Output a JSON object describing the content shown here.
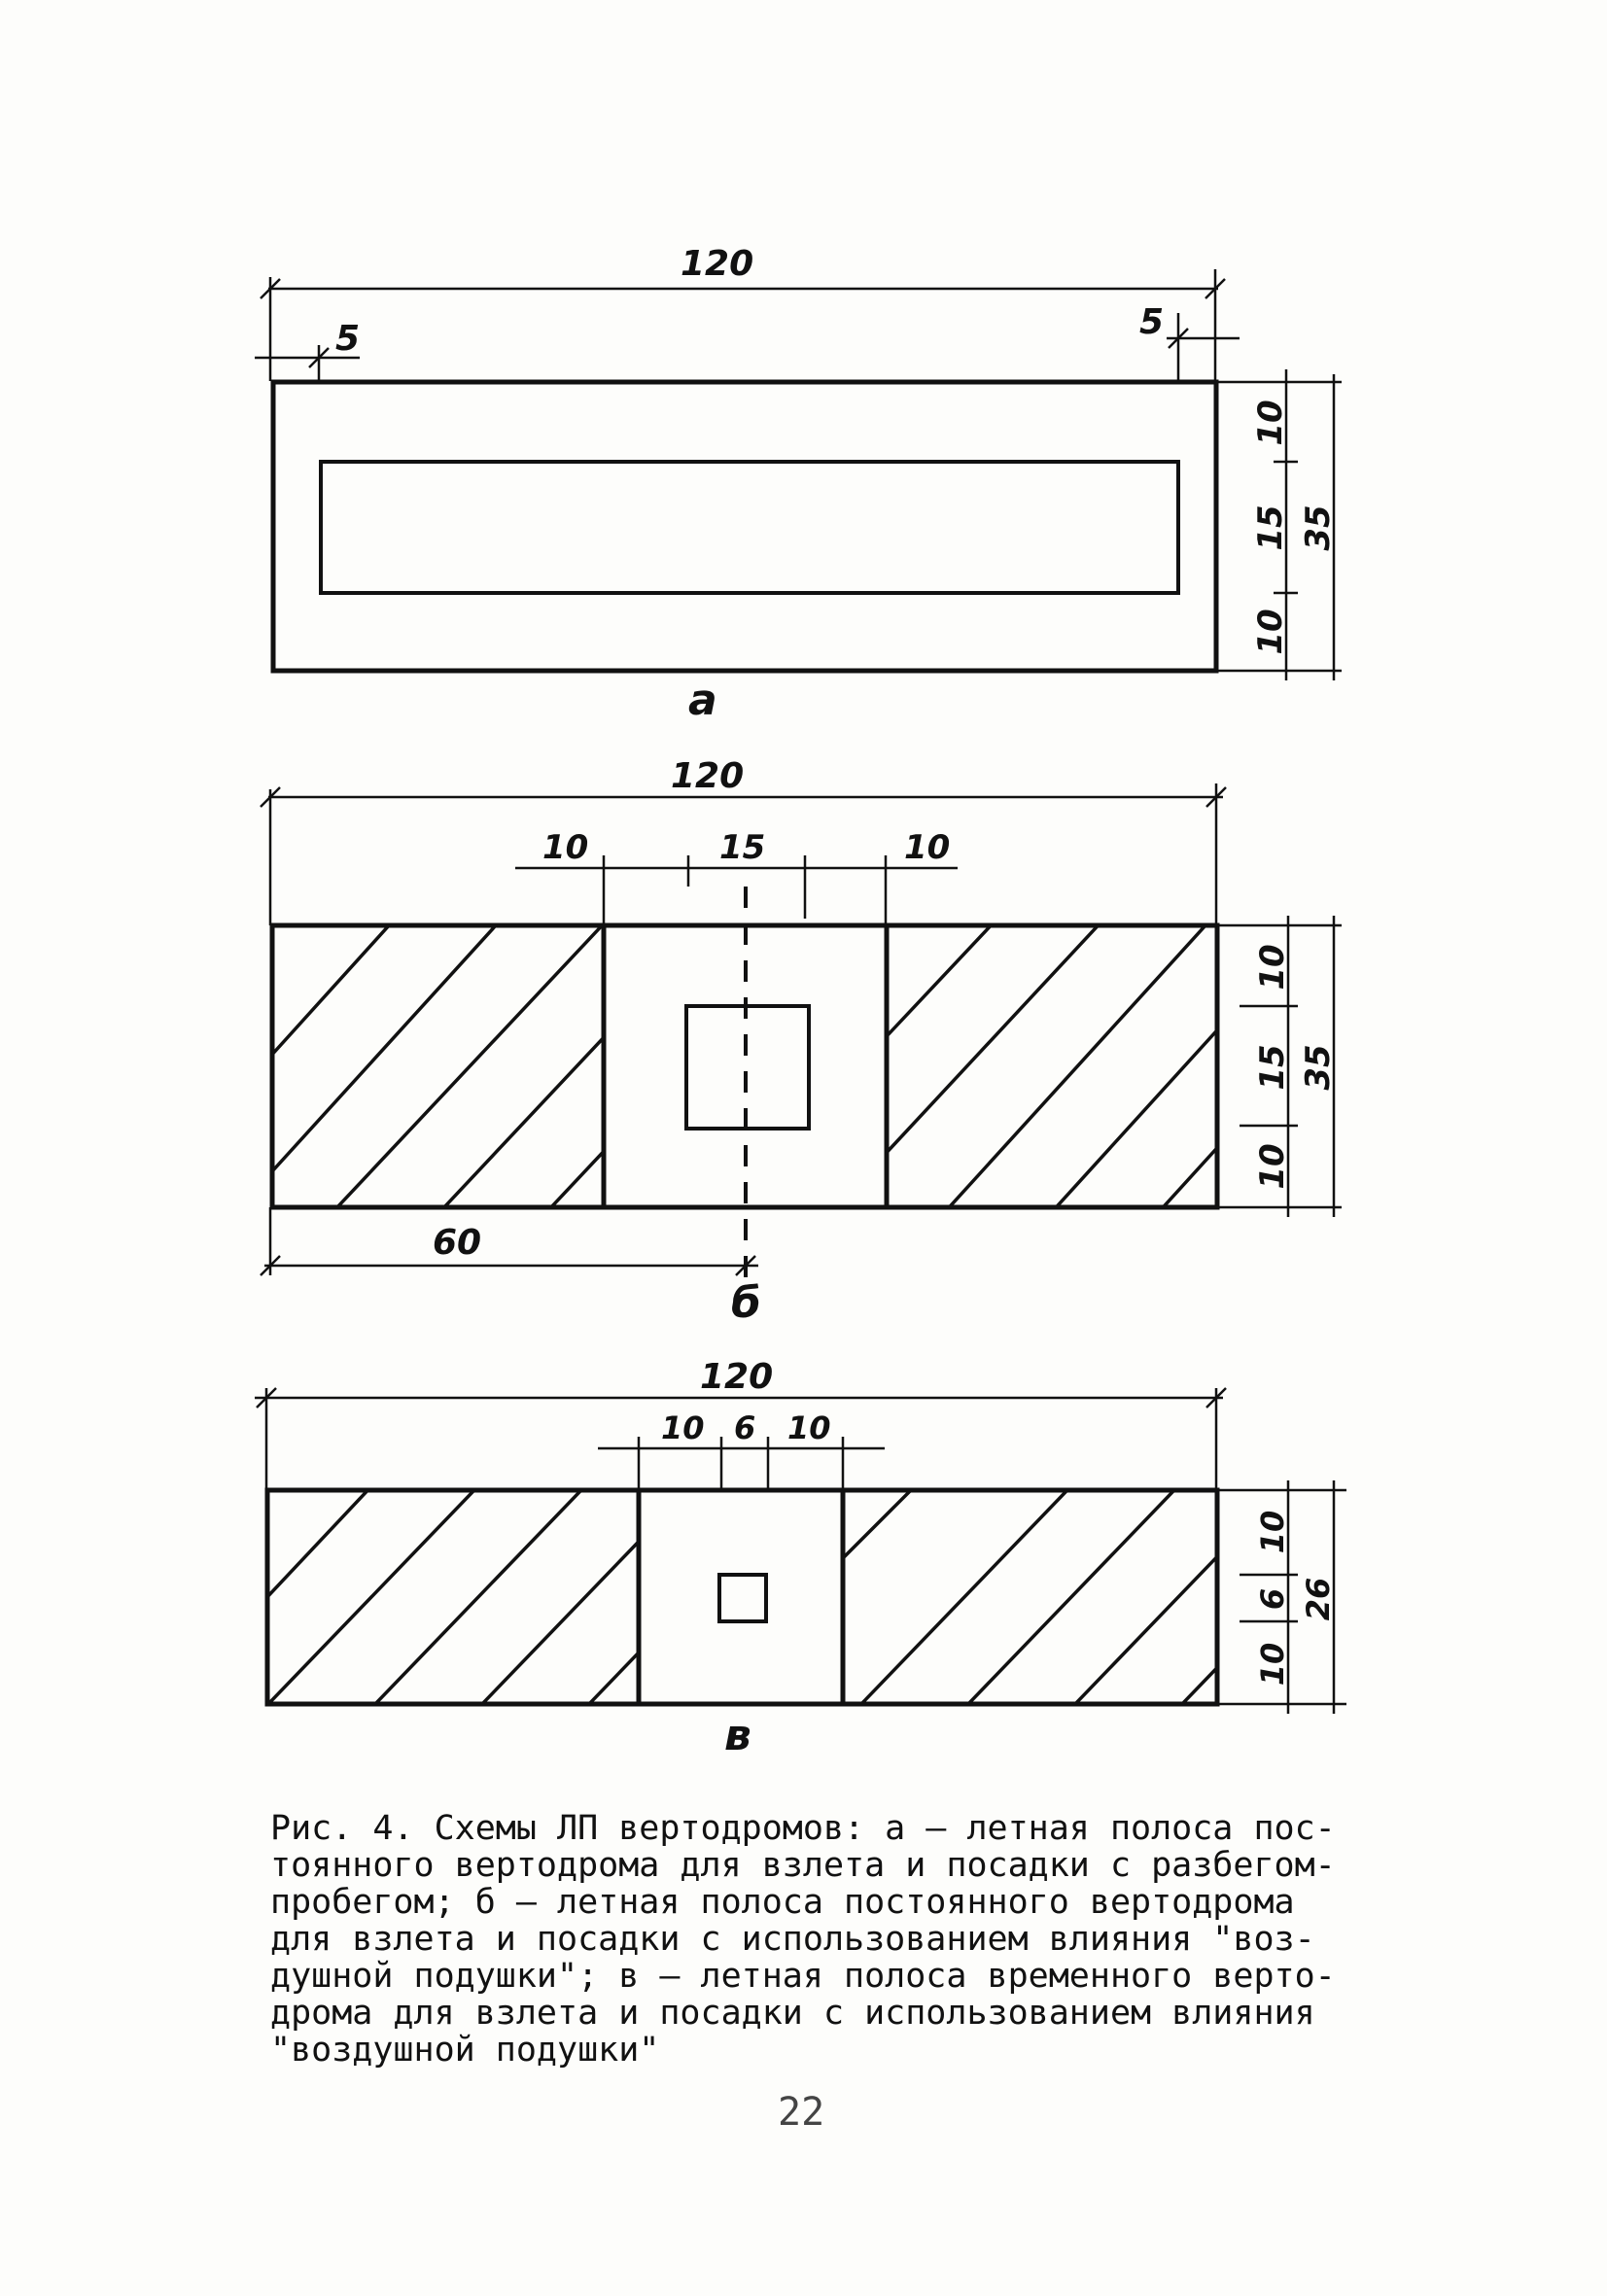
{
  "figures": [
    {
      "label": "а",
      "dimensions": {
        "total_length": "120",
        "left_margin": "5",
        "right_margin": "5",
        "right_segments": [
          "10",
          "15",
          "10"
        ],
        "right_total": "35"
      }
    },
    {
      "label": "б",
      "dimensions": {
        "total_length": "120",
        "top_segments": [
          "10",
          "15",
          "10"
        ],
        "right_segments": [
          "10",
          "15",
          "10"
        ],
        "right_total": "35",
        "bottom_length": "60"
      }
    },
    {
      "label": "в",
      "dimensions": {
        "total_length": "120",
        "top_segments": [
          "10",
          "6",
          "10"
        ],
        "right_segments": [
          "10",
          "6",
          "10"
        ],
        "right_total": "26"
      }
    }
  ],
  "caption": {
    "lines": [
      "Рис. 4. Схемы ЛП вертодромов: а – летная полоса пос-",
      "тоянного вертодрома для взлета и посадки с разбегом-",
      "пробегом; б – летная полоса постоянного вертодрома",
      "для взлета и посадки с использованием влияния \"воз-",
      "душной подушки\"; в – летная полоса временного верто-",
      "дрома для взлета и посадки с использованием влияния",
      "\"воздушной подушки\""
    ]
  },
  "page_number": "22"
}
